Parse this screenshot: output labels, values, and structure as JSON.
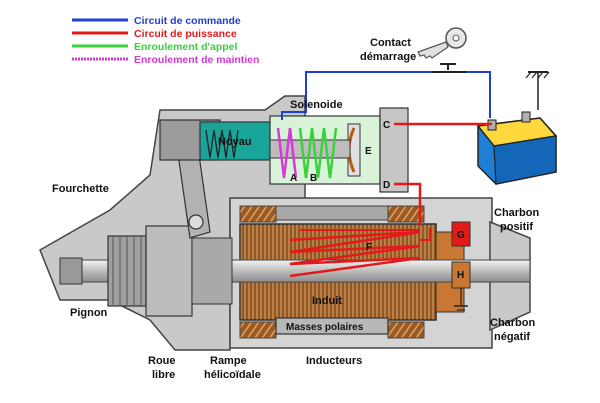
{
  "legend": [
    {
      "label": "Circuit de commande",
      "color": "#1f3ed6"
    },
    {
      "label": "Circuit de puissance",
      "color": "#e41a1a"
    },
    {
      "label": "Enroulement d'appel",
      "color": "#39d23c"
    },
    {
      "label": "Enroulement de maintien",
      "color": "#d43ad6"
    }
  ],
  "labels": {
    "contact_line1": "Contact",
    "contact_line2": "démarrage",
    "solenoide": "Solenoide",
    "noyau": "Noyau",
    "fourchette": "Fourchette",
    "pignon": "Pignon",
    "roue_line1": "Roue",
    "roue_line2": "libre",
    "rampe_line1": "Rampe",
    "rampe_line2": "hélicoïdale",
    "inducteurs": "Inducteurs",
    "induit": "Induit",
    "masses_polaires": "Masses polaires",
    "charbon_positif_line1": "Charbon",
    "charbon_positif_line2": "positif",
    "charbon_negatif_line1": "Charbon",
    "charbon_negatif_line2": "négatif"
  },
  "points": {
    "A": "A",
    "B": "B",
    "C": "C",
    "D": "D",
    "E": "E",
    "F": "F",
    "G": "G",
    "H": "H"
  },
  "colors": {
    "command": "#1f3ed6",
    "power": "#e41a1a",
    "pull_in": "#39d23c",
    "hold": "#d43ad6",
    "housing": "#c9c9c9",
    "shaft": "#e6e6e6",
    "teal": "#1aa59a",
    "copper": "#c87832",
    "battery": "#1f7fd6"
  },
  "icons": [
    "key-icon",
    "ground-icon",
    "battery-icon",
    "switch-icon",
    "spring-icon",
    "ground-symbol-icon"
  ]
}
